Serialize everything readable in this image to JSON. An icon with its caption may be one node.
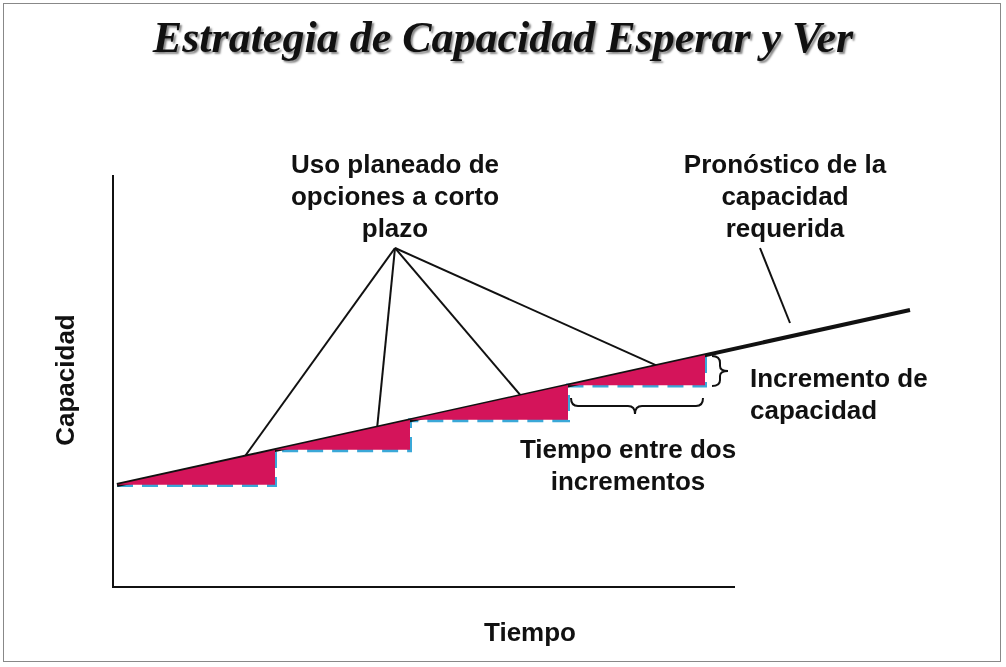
{
  "diagram": {
    "title": "Estrategia de Capacidad Esperar y Ver",
    "nodes": [
      {
        "text": [
          "Uso planeado de opciones a corto plazo"
        ]
      },
      {
        "text": [],
        "shape": "triangle"
      },
      {
        "text": [],
        "shape": "triangle"
      },
      {
        "text": [],
        "shape": "triangle"
      },
      {
        "text": [],
        "shape": "triangle"
      },
      {
        "text": [
          "Pronóstico de la capacidad requerida"
        ]
      }
    ],
    "edges": [
      {
        "from": 0,
        "to": 1,
        "arrow": "none"
      },
      {
        "from": 0,
        "to": 2,
        "arrow": "none"
      },
      {
        "from": 0,
        "to": 3,
        "arrow": "none"
      },
      {
        "from": 0,
        "to": 4,
        "arrow": "none"
      },
      {
        "from": 5,
        "to": null,
        "arrow": "none"
      }
    ],
    "labels": [
      "Incremento de capacidad",
      "Capacidad",
      "Tiempo entre dos incrementos",
      "Tiempo"
    ]
  }
}
